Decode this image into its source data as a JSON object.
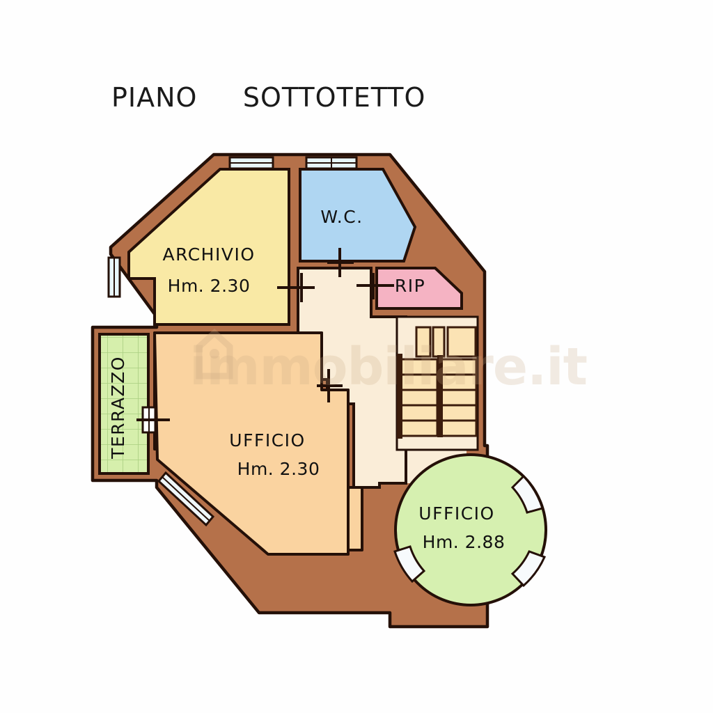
{
  "plan": {
    "title": "PIANO     SOTTOTETTO",
    "watermark": "immobiliare.it",
    "rooms": [
      {
        "id": "archivio",
        "name": "ARCHIVIO",
        "height_label": "Hm. 2.30",
        "fill": "#F9E9A5"
      },
      {
        "id": "wc",
        "name": "W.C.",
        "height_label": "",
        "fill": "#AFD6F2"
      },
      {
        "id": "rip",
        "name": "RIP",
        "height_label": "",
        "fill": "#F5B3C3"
      },
      {
        "id": "terrazzo",
        "name": "TERRAZZO",
        "height_label": "",
        "fill": "#D6EFAC"
      },
      {
        "id": "ufficio-main",
        "name": "UFFICIO",
        "height_label": "Hm. 2.30",
        "fill": "#FAD3A0"
      },
      {
        "id": "ufficio-round",
        "name": "UFFICIO",
        "height_label": "Hm. 2.88",
        "fill": "#D6F0B0"
      },
      {
        "id": "corridoio",
        "name": "",
        "height_label": "",
        "fill": "#FAEDD8"
      },
      {
        "id": "scala",
        "name": "",
        "height_label": "",
        "fill": "#FAE7C4"
      }
    ],
    "colors": {
      "wall": "#B5714A",
      "wall_outline": "#241008",
      "window": "#D9EEF5",
      "stair_tread": "#FBE3B4",
      "background": "#FEFEFE",
      "text": "#111111"
    }
  }
}
